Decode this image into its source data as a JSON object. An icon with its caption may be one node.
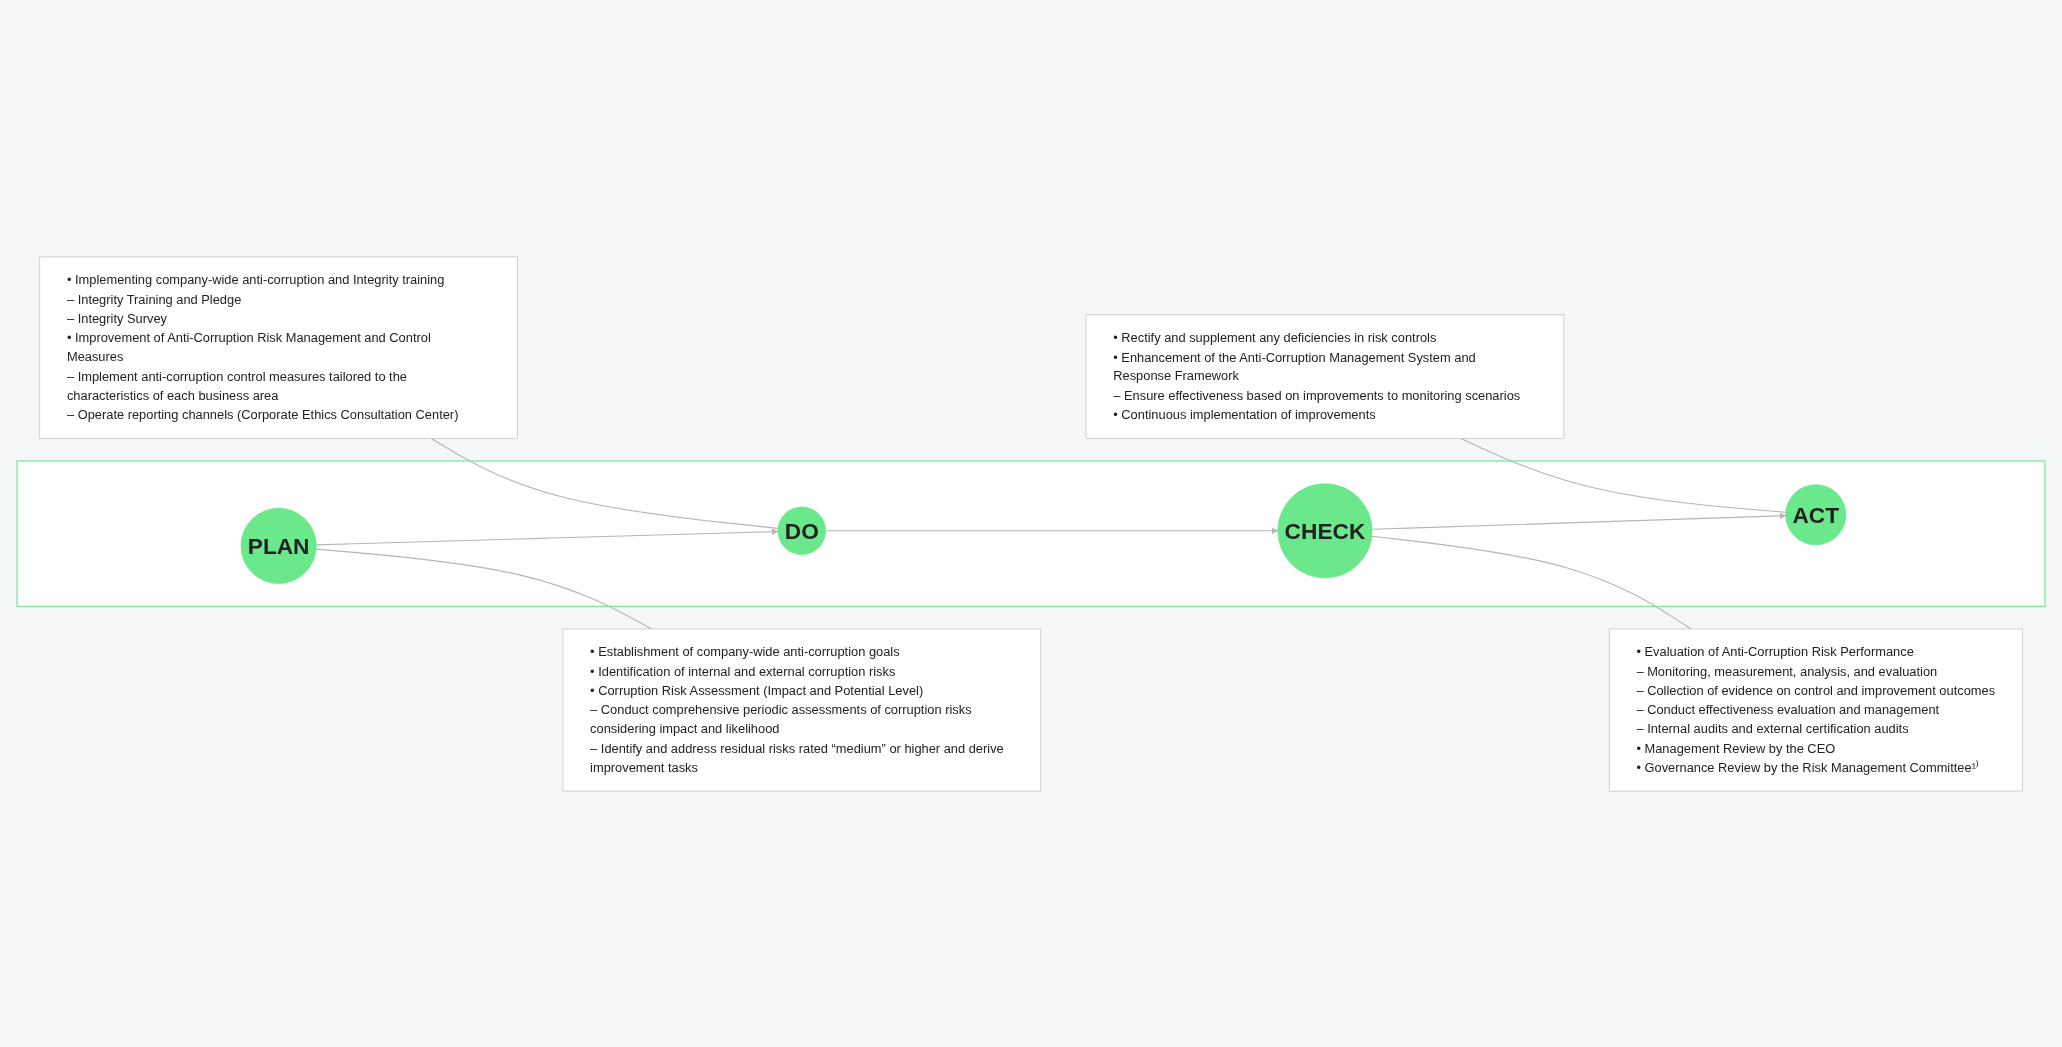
{
  "diagram": {
    "nodes": [
      {
        "text": [
          "• Implementing company-wide anti-corruption and Integrity training",
          "– Integrity Training and Pledge",
          "– Integrity Survey",
          "• Improvement of Anti-Corruption Risk Management and Control Measures",
          "– Implement anti-corruption control measures tailored to the characteristics of each business area",
          "– Operate reporting channels (Corporate Ethics Consultation Center)"
        ]
      },
      {
        "text": [
          "• Rectify and supplement any deficiencies in risk controls",
          "• Enhancement of the Anti-Corruption Management System and Response Framework",
          "– Ensure effectiveness based on improvements to monitoring scenarios",
          "• Continuous implementation of improvements"
        ]
      },
      {
        "text": [],
        "shape": "box"
      },
      {
        "text": [
          "PLAN"
        ],
        "in": 2
      },
      {
        "text": [
          "DO"
        ],
        "in": 2
      },
      {
        "text": [
          "CHECK"
        ],
        "in": 2
      },
      {
        "text": [
          "ACT"
        ],
        "in": 2
      },
      {
        "text": [
          "• Establishment of company-wide anti-corruption goals",
          "• Identification of internal and external corruption risks",
          "• Corruption Risk Assessment (Impact and Potential Level)",
          "– Conduct comprehensive periodic assessments of corruption risks considering impact and likelihood",
          "– Identify and address residual risks rated “medium” or higher and derive improvement tasks"
        ]
      },
      {
        "text": [
          "• Evaluation of Anti-Corruption Risk Performance",
          "– Monitoring, measurement, analysis, and evaluation",
          "– Collection of evidence on control and improvement outcomes",
          "– Conduct effectiveness evaluation and management",
          "– Internal audits and external certification audits",
          "• Management Review by the CEO",
          "• Governance Review by the Risk Management Committee¹⁾"
        ]
      }
    ],
    "edges": [
      {
        "from": 3,
        "to": 4,
        "arrow": "to"
      },
      {
        "from": 4,
        "to": 5,
        "arrow": "to"
      },
      {
        "from": 5,
        "to": 6,
        "arrow": "to"
      },
      {
        "from": 0,
        "to": 4,
        "arrow": "none"
      },
      {
        "from": 1,
        "to": 6,
        "arrow": "none"
      },
      {
        "from": 3,
        "to": 7,
        "arrow": "none"
      },
      {
        "from": 5,
        "to": 8,
        "arrow": "none"
      }
    ]
  }
}
